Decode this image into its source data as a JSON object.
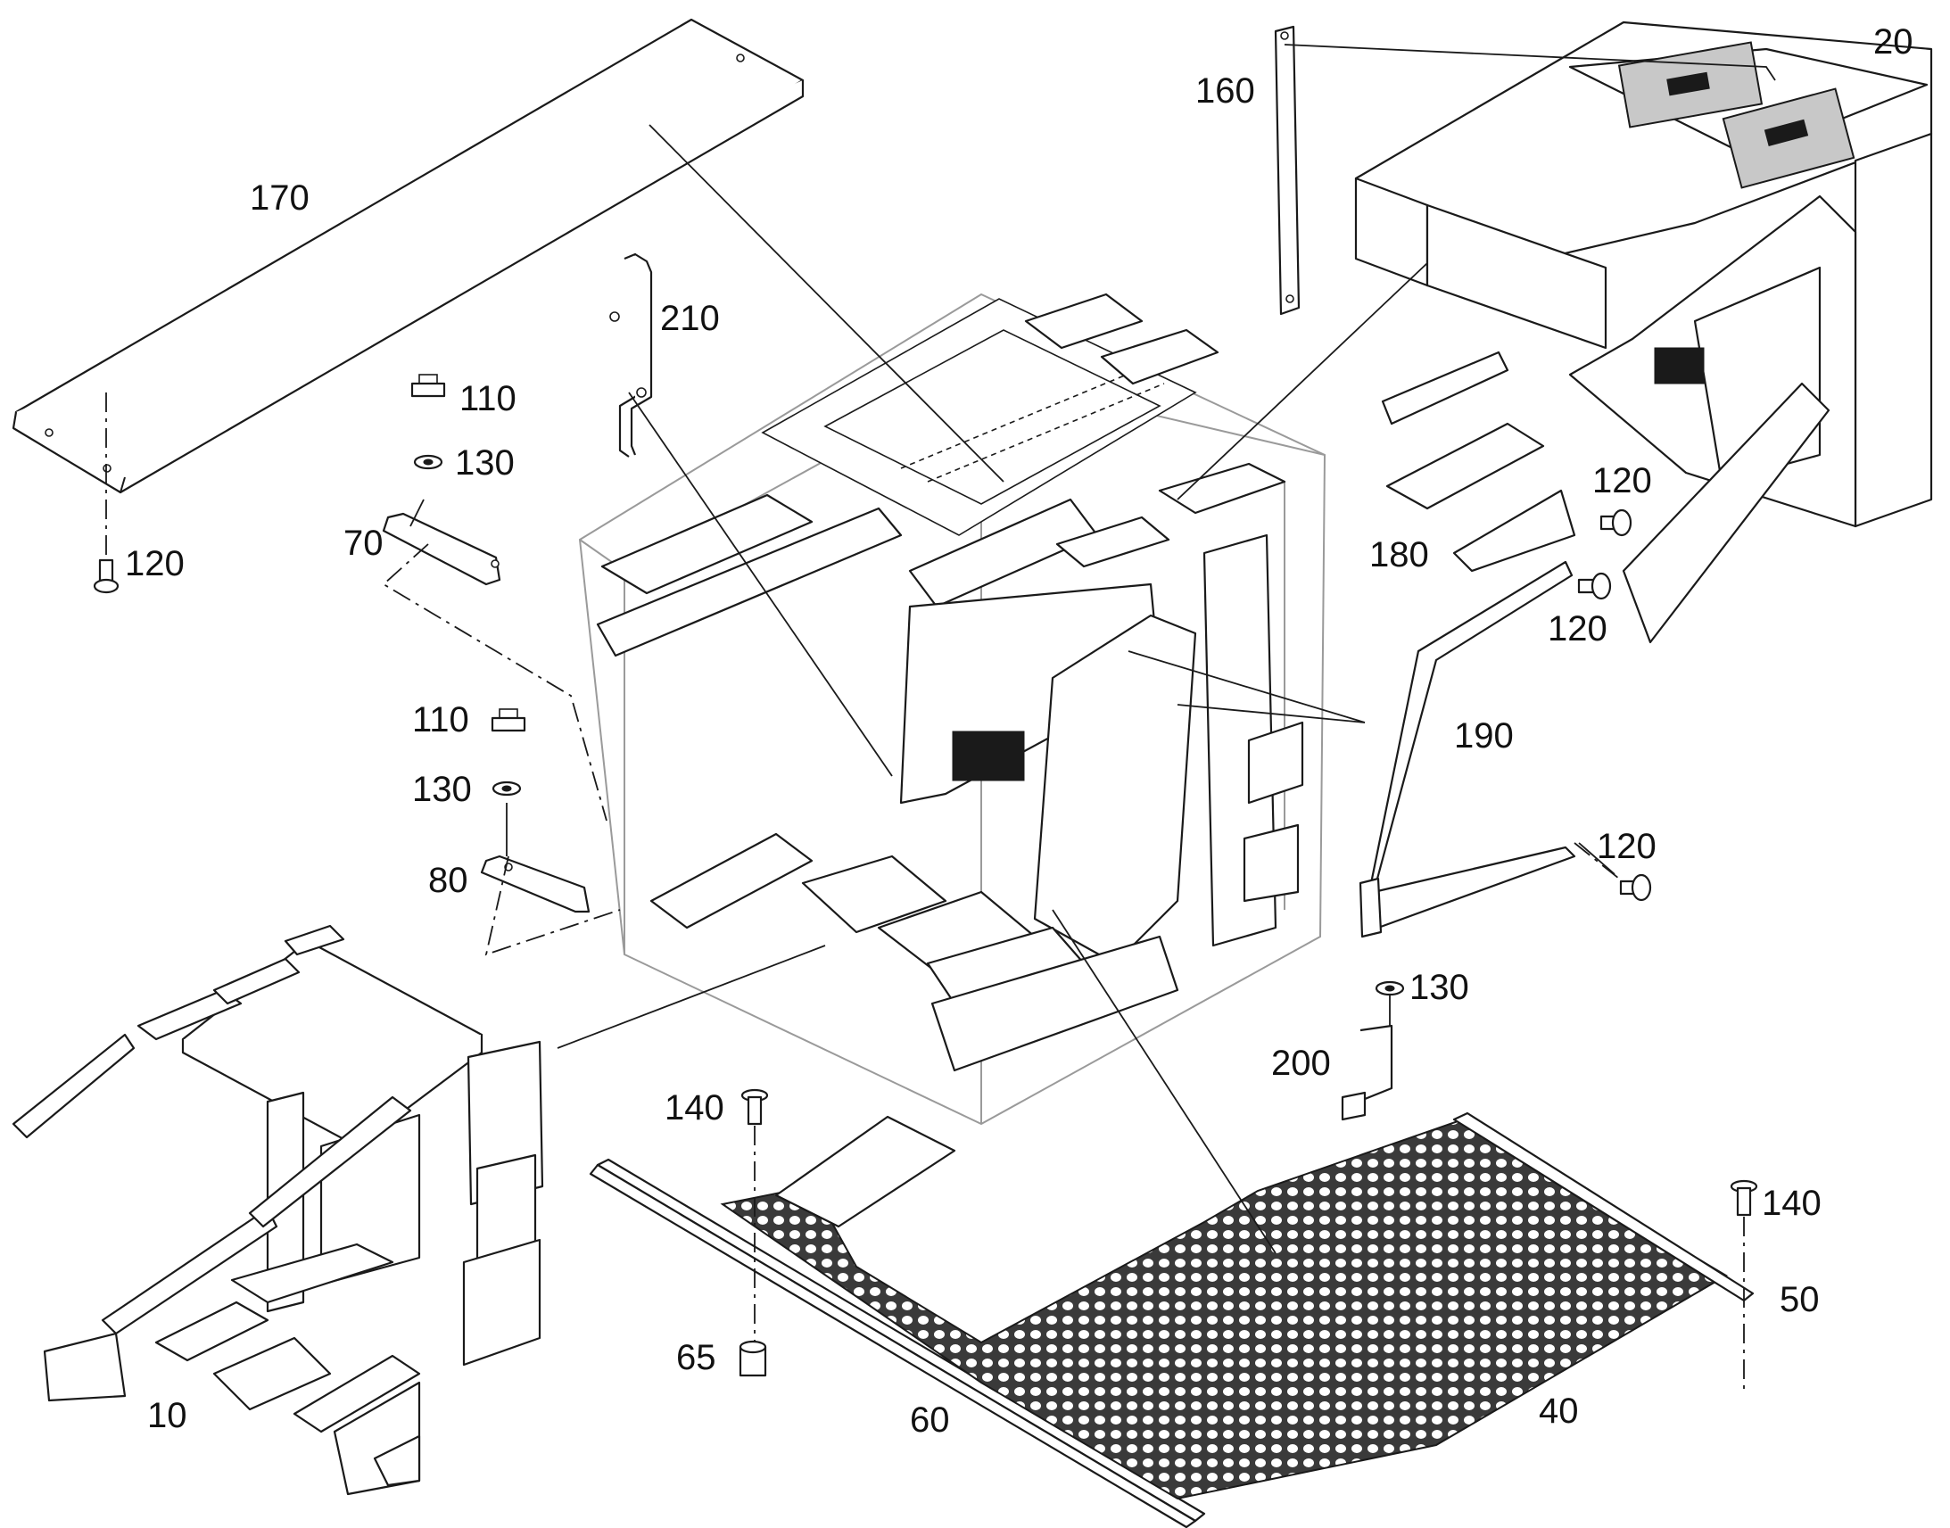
{
  "diagram": {
    "callouts": [
      {
        "id": "c170",
        "text": "170"
      },
      {
        "id": "c210",
        "text": "210"
      },
      {
        "id": "c110a",
        "text": "110"
      },
      {
        "id": "c130a",
        "text": "130"
      },
      {
        "id": "c70",
        "text": "70"
      },
      {
        "id": "c120a",
        "text": "120"
      },
      {
        "id": "c160",
        "text": "160"
      },
      {
        "id": "c20",
        "text": "20"
      },
      {
        "id": "c120b",
        "text": "120"
      },
      {
        "id": "c180",
        "text": "180"
      },
      {
        "id": "c120c",
        "text": "120"
      },
      {
        "id": "c190",
        "text": "190"
      },
      {
        "id": "c110b",
        "text": "110"
      },
      {
        "id": "c130b",
        "text": "130"
      },
      {
        "id": "c80",
        "text": "80"
      },
      {
        "id": "c120d",
        "text": "120"
      },
      {
        "id": "c130c",
        "text": "130"
      },
      {
        "id": "c200",
        "text": "200"
      },
      {
        "id": "c140a",
        "text": "140"
      },
      {
        "id": "c140b",
        "text": "140"
      },
      {
        "id": "c50",
        "text": "50"
      },
      {
        "id": "c65",
        "text": "65"
      },
      {
        "id": "c10",
        "text": "10"
      },
      {
        "id": "c60",
        "text": "60"
      },
      {
        "id": "c40",
        "text": "40"
      }
    ]
  }
}
